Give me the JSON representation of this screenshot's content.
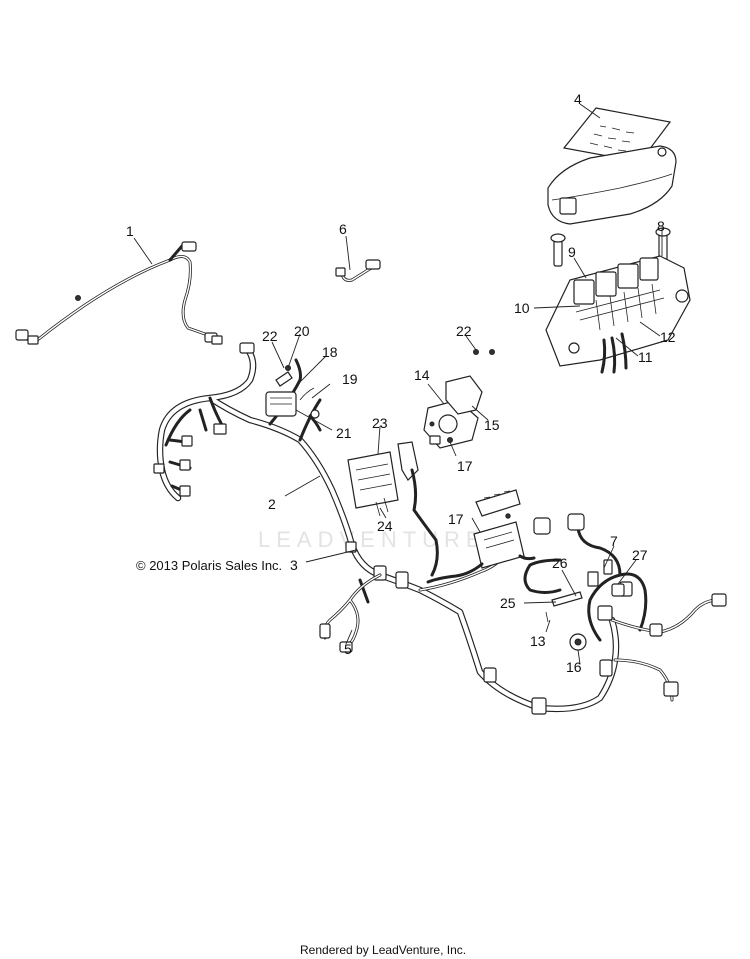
{
  "callouts": [
    {
      "id": "c1",
      "label": "1"
    },
    {
      "id": "c2",
      "label": "2"
    },
    {
      "id": "c3",
      "label": "3"
    },
    {
      "id": "c4",
      "label": "4"
    },
    {
      "id": "c5",
      "label": "5"
    },
    {
      "id": "c6",
      "label": "6"
    },
    {
      "id": "c7",
      "label": "7"
    },
    {
      "id": "c8",
      "label": "8"
    },
    {
      "id": "c9",
      "label": "9"
    },
    {
      "id": "c10",
      "label": "10"
    },
    {
      "id": "c11",
      "label": "11"
    },
    {
      "id": "c12",
      "label": "12"
    },
    {
      "id": "c13",
      "label": "13"
    },
    {
      "id": "c14",
      "label": "14"
    },
    {
      "id": "c15",
      "label": "15"
    },
    {
      "id": "c16",
      "label": "16"
    },
    {
      "id": "c17a",
      "label": "17"
    },
    {
      "id": "c17b",
      "label": "17"
    },
    {
      "id": "c18",
      "label": "18"
    },
    {
      "id": "c19",
      "label": "19"
    },
    {
      "id": "c20",
      "label": "20"
    },
    {
      "id": "c21",
      "label": "21"
    },
    {
      "id": "c22a",
      "label": "22"
    },
    {
      "id": "c22b",
      "label": "22"
    },
    {
      "id": "c23",
      "label": "23"
    },
    {
      "id": "c24",
      "label": "24"
    },
    {
      "id": "c25",
      "label": "25"
    },
    {
      "id": "c26",
      "label": "26"
    },
    {
      "id": "c27",
      "label": "27"
    }
  ],
  "copyright": "© 2013 Polaris Sales Inc.",
  "watermark": "LEADVENTURE",
  "footer": "Rendered by LeadVenture, Inc."
}
